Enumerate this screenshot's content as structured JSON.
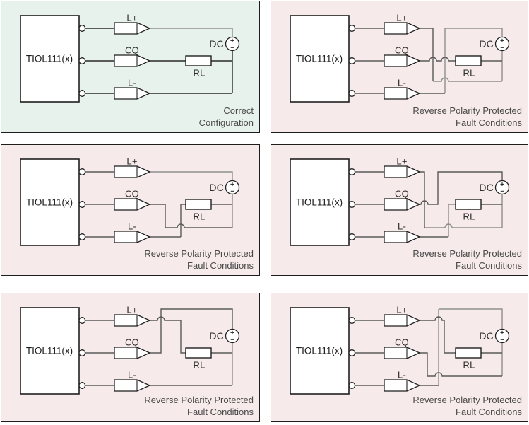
{
  "colors": {
    "correct_bg": "#e8f2ec",
    "fault_bg": "#f6eaea",
    "outline": "#1f1f1f",
    "wire_correct": "#2b2b2b",
    "wire_fault": "#5a5a5a",
    "wire_gray": "#8f8f8f",
    "caption_text": "#4a4a4a"
  },
  "panels": [
    {
      "variant": "correct",
      "ic_label": "TIOL111(x)",
      "wire_labels": {
        "lplus": "L+",
        "cq": "CQ",
        "lminus": "L-"
      },
      "dc_label": "DC",
      "rl_label": "RL",
      "caption_line1": "Correct",
      "caption_line2": "Configuration",
      "connections": "DC+ to L+, RL between CQ and DC-, L- to DC-"
    },
    {
      "variant": "fault2",
      "ic_label": "TIOL111(x)",
      "wire_labels": {
        "lplus": "L+",
        "cq": "CQ",
        "lminus": "L-"
      },
      "dc_label": "DC",
      "rl_label": "RL",
      "caption_line1": "Reverse Polarity Protected",
      "caption_line2": "Fault Conditions",
      "connections": "DC+ to L-, RL between CQ and DC-, L+ to DC-"
    },
    {
      "variant": "fault3",
      "ic_label": "TIOL111(x)",
      "wire_labels": {
        "lplus": "L+",
        "cq": "CQ",
        "lminus": "L-"
      },
      "dc_label": "DC",
      "rl_label": "RL",
      "caption_line1": "Reverse Polarity Protected",
      "caption_line2": "Fault Conditions",
      "connections": "DC+ to L+, RL between L- and DC-, CQ to DC-"
    },
    {
      "variant": "fault4",
      "ic_label": "TIOL111(x)",
      "wire_labels": {
        "lplus": "L+",
        "cq": "CQ",
        "lminus": "L-"
      },
      "dc_label": "DC",
      "rl_label": "RL",
      "caption_line1": "Reverse Polarity Protected",
      "caption_line2": "Fault Conditions",
      "connections": "DC+ to CQ, RL between L- and DC-, L+ to DC-"
    },
    {
      "variant": "fault5",
      "ic_label": "TIOL111(x)",
      "wire_labels": {
        "lplus": "L+",
        "cq": "CQ",
        "lminus": "L-"
      },
      "dc_label": "DC",
      "rl_label": "RL",
      "caption_line1": "Reverse Polarity Protected",
      "caption_line2": "Fault Conditions",
      "connections": "DC+ to CQ, RL between L+ and DC-, L- to DC-"
    },
    {
      "variant": "fault6",
      "ic_label": "TIOL111(x)",
      "wire_labels": {
        "lplus": "L+",
        "cq": "CQ",
        "lminus": "L-"
      },
      "dc_label": "DC",
      "rl_label": "RL",
      "caption_line1": "Reverse Polarity Protected",
      "caption_line2": "Fault Conditions",
      "connections": "DC+ to L-, RL between L+ and DC-, CQ to DC-"
    }
  ]
}
